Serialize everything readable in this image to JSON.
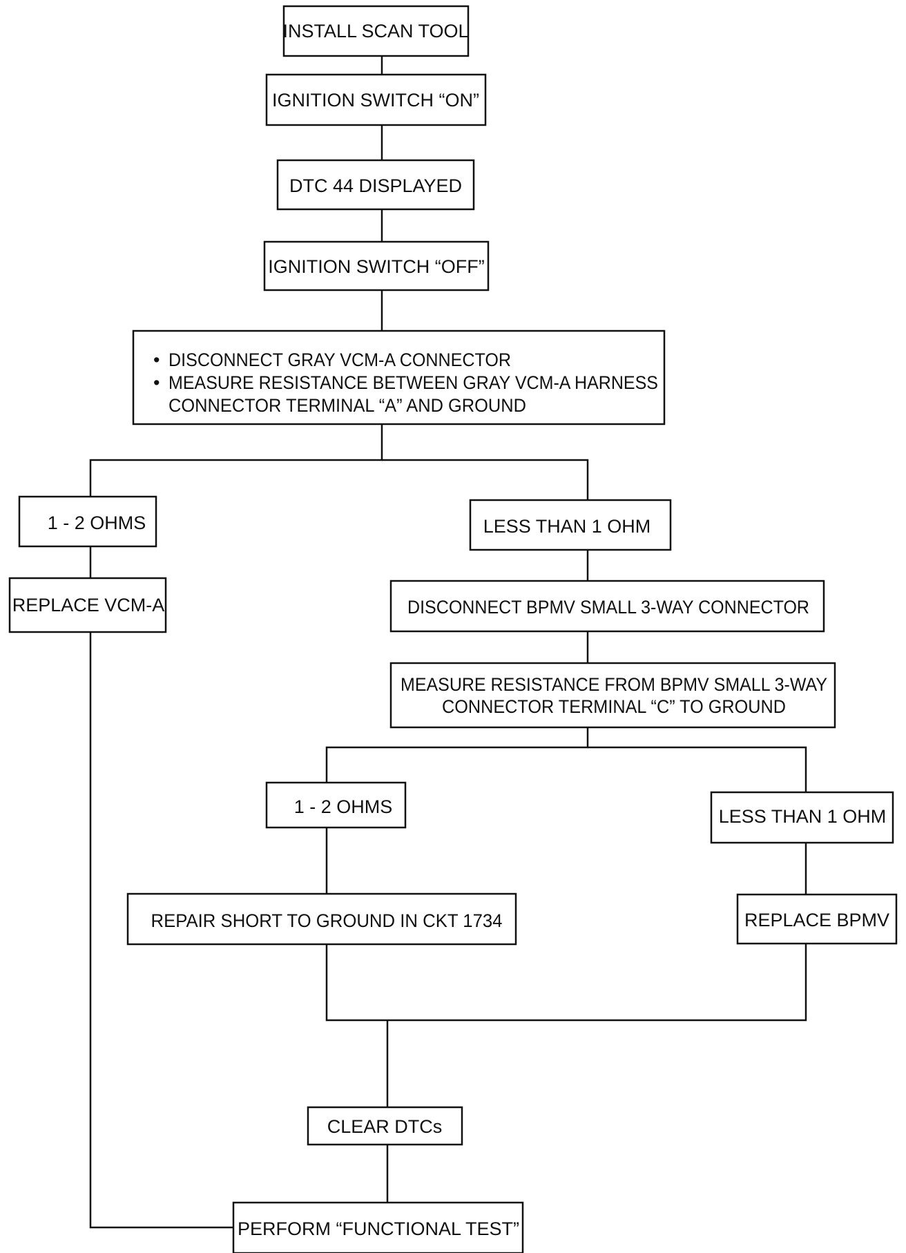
{
  "flowchart": {
    "install_scan_tool": "INSTALL SCAN TOOL",
    "ignition_on": "IGNITION SWITCH “ON”",
    "dtc_44_displayed": "DTC 44 DISPLAYED",
    "ignition_off": "IGNITION SWITCH “OFF”",
    "vcm_check": {
      "bullet": "•",
      "line1": "DISCONNECT GRAY VCM-A CONNECTOR",
      "line2": "MEASURE RESISTANCE BETWEEN GRAY VCM-A HARNESS",
      "line3": "CONNECTOR TERMINAL “A” AND GROUND"
    },
    "result_1_2_ohms_a": "1 - 2 OHMS",
    "result_less_1_ohm_a": "LESS THAN 1 OHM",
    "replace_vcm_a": "REPLACE VCM-A",
    "disconnect_bpmv": "DISCONNECT BPMV SMALL 3-WAY CONNECTOR",
    "measure_bpmv": {
      "line1": "MEASURE RESISTANCE FROM BPMV SMALL 3-WAY",
      "line2": "CONNECTOR TERMINAL “C” TO GROUND"
    },
    "result_1_2_ohms_b": "1 - 2 OHMS",
    "result_less_1_ohm_b": "LESS THAN 1 OHM",
    "repair_short": "REPAIR SHORT TO GROUND IN CKT 1734",
    "replace_bpmv": "REPLACE BPMV",
    "clear_dtcs": "CLEAR DTCs",
    "perform_functional_test": "PERFORM “FUNCTIONAL TEST”"
  }
}
